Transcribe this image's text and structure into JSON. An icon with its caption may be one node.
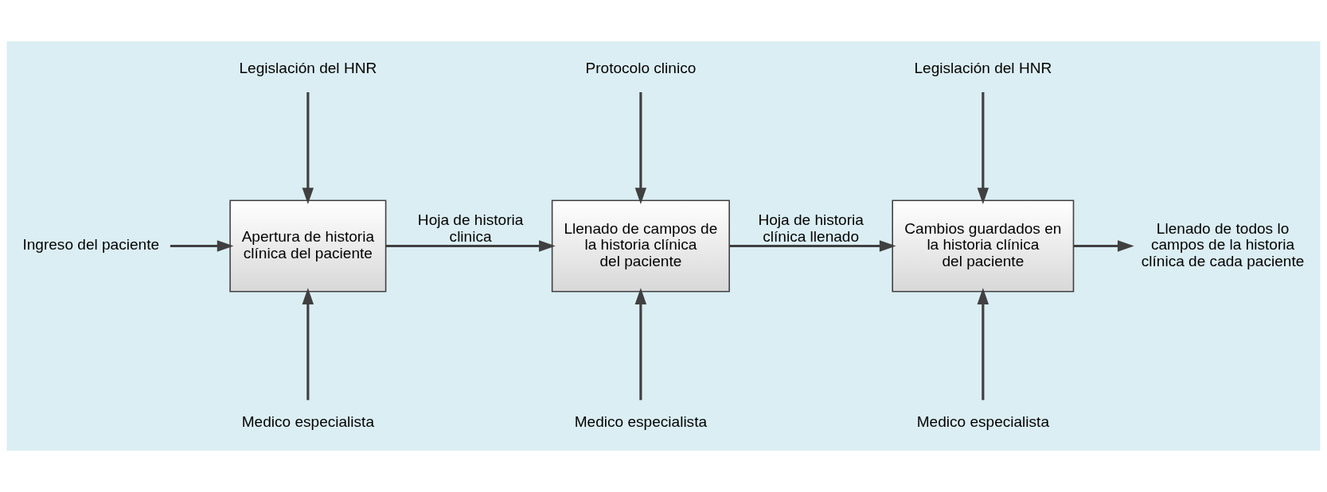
{
  "diagram": {
    "nodes": [
      {
        "text": [
          "Legislación del HNR"
        ]
      },
      {
        "text": [
          "Ingreso del paciente"
        ]
      },
      {
        "text": [
          "Apertura de historia clínica del paciente"
        ]
      },
      {
        "text": [
          "Medico especialista"
        ]
      },
      {
        "text": [
          "Protocolo clinico"
        ]
      },
      {
        "text": [
          "Llenado de campos de la historia clínica del paciente"
        ]
      },
      {
        "text": [
          "Medico especialista"
        ]
      },
      {
        "text": [
          "Legislación del HNR"
        ]
      },
      {
        "text": [
          "Cambios guardados en la historia clínica del paciente"
        ]
      },
      {
        "text": [
          "Medico especialista"
        ]
      },
      {
        "text": [
          "Llenado de todos lo campos de la historia clínica de cada paciente"
        ]
      }
    ],
    "edges": [
      {
        "from": 0,
        "to": 2,
        "arrow": "to"
      },
      {
        "from": 1,
        "to": 2,
        "arrow": "to"
      },
      {
        "from": 3,
        "to": 2,
        "arrow": "to"
      },
      {
        "from": 2,
        "to": 5,
        "arrow": "to",
        "label": "Hoja de historia clinica"
      },
      {
        "from": 4,
        "to": 5,
        "arrow": "to"
      },
      {
        "from": 6,
        "to": 5,
        "arrow": "to"
      },
      {
        "from": 5,
        "to": 8,
        "arrow": "to",
        "label": "Hoja de historia clínica llenado"
      },
      {
        "from": 7,
        "to": 8,
        "arrow": "to"
      },
      {
        "from": 9,
        "to": 8,
        "arrow": "to"
      },
      {
        "from": 8,
        "to": 10,
        "arrow": "to"
      }
    ]
  }
}
